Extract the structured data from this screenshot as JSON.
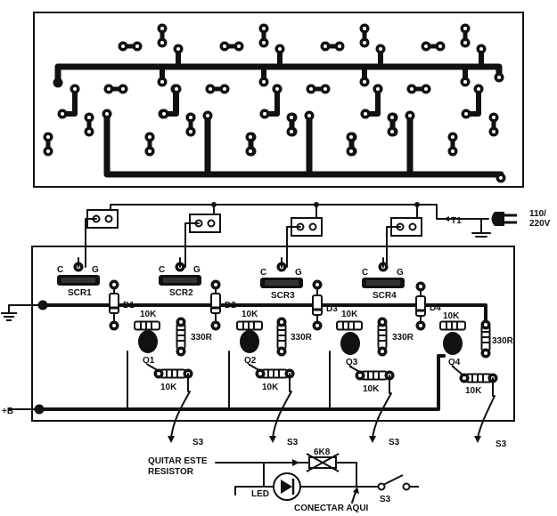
{
  "labels": {
    "scr1": "SCR1",
    "scr2": "SCR2",
    "scr3": "SCR3",
    "scr4": "SCR4",
    "c": "C",
    "g": "G",
    "d1": "D1",
    "d2": "D2",
    "d3": "D3",
    "d4": "D4",
    "q1": "Q1",
    "q2": "Q2",
    "q3": "Q3",
    "q4": "Q4",
    "r10k": "10K",
    "r330": "330R",
    "s3": "S3",
    "plus_b": "+B",
    "t1": "T1",
    "mains_top": "110/",
    "mains_bottom": "220V",
    "remove_resistor_line1": "QUITAR ESTE",
    "remove_resistor_line2": "RESISTOR",
    "r6k8": "6K8",
    "led": "LED",
    "connect_here": "CONECTAR AQUI"
  },
  "colors": {
    "ink": "#111111",
    "paper": "#ffffff"
  }
}
